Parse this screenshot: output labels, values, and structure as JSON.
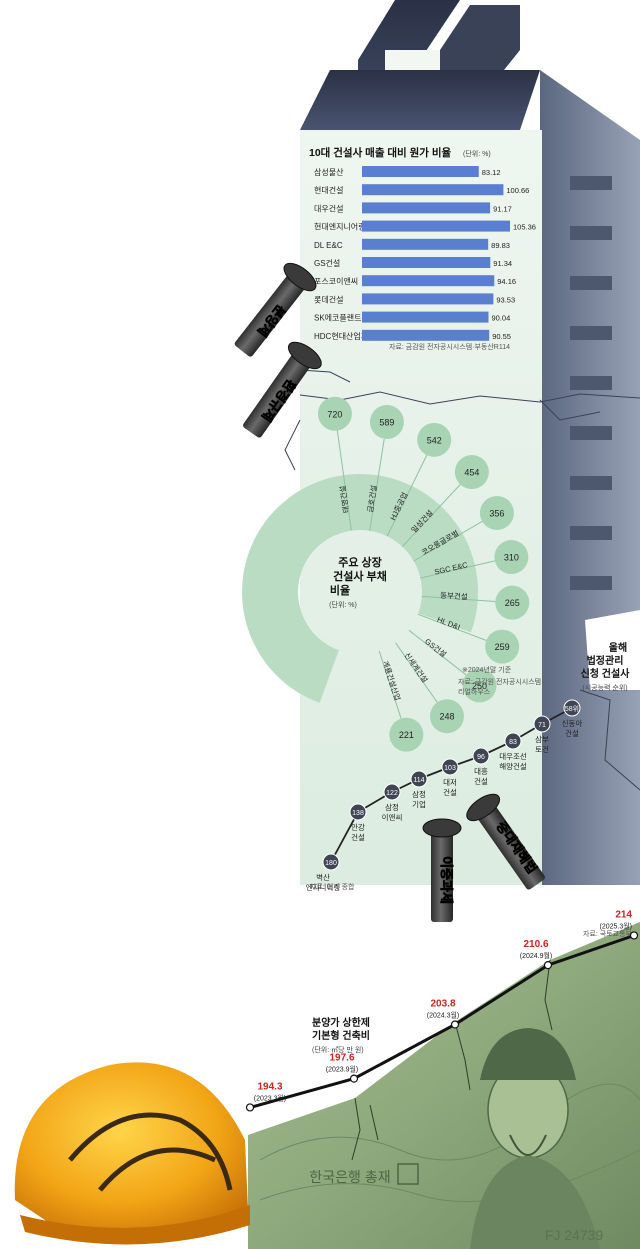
{
  "bar_panel": {
    "title": "10대 건설사 매출 대비 원가 비율",
    "unit": "(단위: %)",
    "source": "자료: 금감원 전자공시시스템·부동산R114"
  },
  "nails": [
    "분양제",
    "환경규제",
    "이중과세",
    "중대재해법"
  ],
  "debt_panel": {
    "title_lines": [
      "주요 상장",
      "건설사 부채",
      "비율"
    ],
    "unit": "(단위: %)",
    "note": "※2024년말 기준",
    "source_lines": [
      "자료: 금감원 전자공시시스템·",
      "리얼하우스"
    ]
  },
  "rank_panel": {
    "title_lines": [
      "올해",
      "법정관리",
      "신청 건설사"
    ],
    "unit": "(시공능력 순위)",
    "source": "자료: 업계 종합"
  },
  "cost_panel": {
    "title_lines": [
      "분양가 상한제",
      "기본형 건축비"
    ],
    "unit": "(단위: ㎡당 만 원)",
    "source": "자료: 국토교통부"
  },
  "banknote": {
    "bank_text": "한국은행 총재",
    "serial": "FJ 24739"
  },
  "colors": {
    "bar": "#5b7fd0",
    "building_panel": "#e4f1e8",
    "circle": "#a8d4b4",
    "ring": "#b9dcc3",
    "highlight": "#d02020",
    "building_dark": "#6c7890",
    "banknote": "#8aa67a"
  },
  "chart_data": [
    {
      "type": "bar",
      "title": "10대 건설사 매출 대비 원가 비율",
      "unit": "%",
      "categories": [
        "삼성물산",
        "현대건설",
        "대우건설",
        "현대엔지니어링",
        "DL E&C",
        "GS건설",
        "포스코이앤씨",
        "롯데건설",
        "SK에코플랜트",
        "HDC현대산업개발"
      ],
      "values": [
        83.12,
        100.66,
        91.17,
        105.36,
        89.83,
        91.34,
        94.16,
        93.53,
        90.04,
        90.55
      ],
      "value_labels": [
        "83.12",
        "100.66",
        "91.17",
        "105.36",
        "89.83",
        "91.34",
        "94.16",
        "93.53",
        "90.04",
        "90.55"
      ]
    },
    {
      "type": "bar",
      "title": "주요 상장 건설사 부채 비율",
      "unit": "%",
      "categories": [
        "태영건설",
        "금호건설",
        "HJ중공업",
        "일성건설",
        "코오롱글로벌",
        "SGC E&C",
        "동부건설",
        "HL D&I",
        "GS건설",
        "신세계건설",
        "계룡건설산업"
      ],
      "values": [
        720,
        589,
        542,
        454,
        356,
        310,
        265,
        259,
        250,
        248,
        221
      ]
    },
    {
      "type": "line",
      "title": "올해 법정관리 신청 건설사",
      "unit": "시공능력 순위",
      "categories": [
        "벽산엔지니어링",
        "안강건설",
        "삼정이앤씨",
        "삼정기업",
        "대저건설",
        "대흥건설",
        "대우조선해양건설",
        "삼부토건",
        "신동아건설"
      ],
      "label_lines": [
        [
          "벽산",
          "엔지니어링"
        ],
        [
          "안강",
          "건설"
        ],
        [
          "삼정",
          "이앤씨"
        ],
        [
          "삼정",
          "기업"
        ],
        [
          "대저",
          "건설"
        ],
        [
          "대흥",
          "건설"
        ],
        [
          "대우조선",
          "해양건설"
        ],
        [
          "삼부",
          "토건"
        ],
        [
          "신동아",
          "건설"
        ]
      ],
      "values": [
        180,
        138,
        122,
        114,
        103,
        96,
        83,
        71,
        58
      ],
      "value_labels": [
        "180",
        "138",
        "122",
        "114",
        "103",
        "96",
        "83",
        "71",
        "58위"
      ]
    },
    {
      "type": "line",
      "title": "분양가 상한제 기본형 건축비",
      "unit": "㎡당 만 원",
      "x": [
        "2023.3월",
        "2023.9월",
        "2024.3월",
        "2024.9월",
        "2025.3월"
      ],
      "values": [
        194.3,
        197.6,
        203.8,
        210.6,
        214
      ],
      "value_labels": [
        "194.3",
        "197.6",
        "203.8",
        "210.6",
        "214"
      ]
    }
  ]
}
